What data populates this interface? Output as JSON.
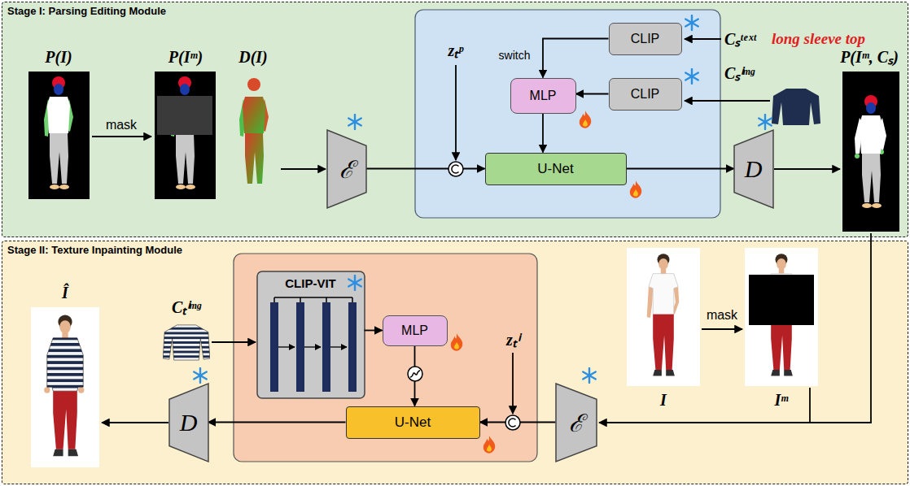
{
  "diagram": {
    "nodes": [
      {
        "text": [
          "Stage I: Parsing Editing Module"
        ]
      },
      {
        "text": [
          "ℰ"
        ],
        "in": 0
      },
      {
        "text": [
          "CLIP"
        ],
        "in": 0
      },
      {
        "text": [
          "CLIP"
        ],
        "in": 0
      },
      {
        "text": [
          "MLP"
        ],
        "in": 0
      },
      {
        "text": [
          "U-Net"
        ],
        "in": 0
      },
      {
        "text": [
          "D"
        ],
        "in": 0
      },
      {
        "text": [
          "Stage II: Texture Inpainting Module"
        ]
      },
      {
        "text": [
          "CLIP-VIT"
        ],
        "in": 7
      },
      {
        "text": [
          "MLP"
        ],
        "in": 7
      },
      {
        "text": [
          "U-Net"
        ],
        "in": 7
      },
      {
        "text": [
          "ℰ"
        ],
        "in": 7
      },
      {
        "text": [
          "D"
        ],
        "in": 7
      }
    ],
    "edges": [
      {
        "from": 1,
        "to": 5,
        "arrow": "to"
      },
      {
        "from": 2,
        "to": 4,
        "arrow": "to"
      },
      {
        "from": 3,
        "to": 4,
        "arrow": "to"
      },
      {
        "from": 4,
        "to": 5,
        "arrow": "to"
      },
      {
        "from": 5,
        "to": 6,
        "arrow": "to"
      },
      {
        "from": 8,
        "to": 9,
        "arrow": "to"
      },
      {
        "from": 9,
        "to": 10,
        "arrow": "to"
      },
      {
        "from": 11,
        "to": 10,
        "arrow": "to"
      },
      {
        "from": 10,
        "to": 12,
        "arrow": "to"
      }
    ],
    "labels": [
      "P(I)",
      "mask",
      "P(Iᵐ)",
      "D(I)",
      "zₜᵖ",
      "switch",
      "Cₛᵗᵉˣᵗ",
      "long sleeve top",
      "Cₛⁱᵐᵍ",
      "P(Iᵐ, Cₛ)",
      "Î",
      "Cₜⁱᵐᵍ",
      "zₜⁱ",
      "I",
      "mask",
      "Iᵐ"
    ]
  }
}
